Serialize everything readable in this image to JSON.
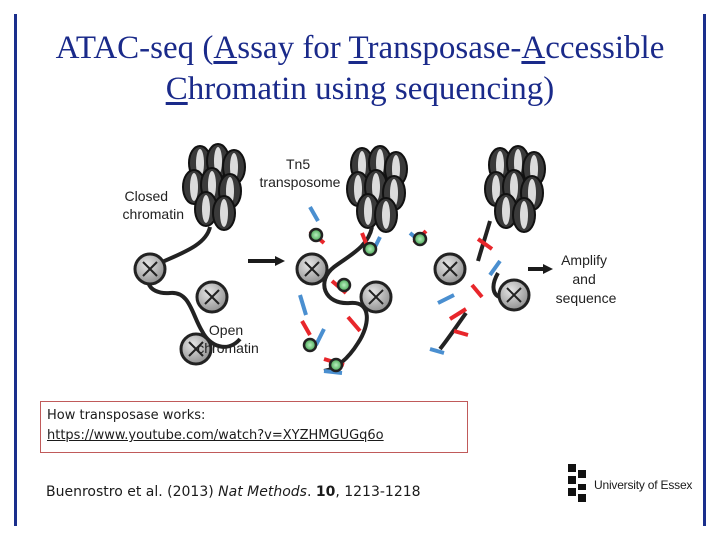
{
  "title": {
    "line1": [
      {
        "text": "ATAC-seq (",
        "u": false
      },
      {
        "text": "A",
        "u": true
      },
      {
        "text": "ssay for ",
        "u": false
      },
      {
        "text": "T",
        "u": true
      },
      {
        "text": "ransposase-",
        "u": false
      },
      {
        "text": "A",
        "u": true
      },
      {
        "text": "ccessible",
        "u": false
      }
    ],
    "line2": [
      {
        "text": "C",
        "u": true
      },
      {
        "text": "hromatin using sequencing)",
        "u": false
      }
    ]
  },
  "diagram": {
    "label_closed_1": "Closed",
    "label_closed_2": "chromatin",
    "label_tn5_1": "Tn5",
    "label_tn5_2": "transposome",
    "label_open_1": "Open",
    "label_open_2": "chromatin",
    "label_amp_1": "Amplify",
    "label_amp_2": "and",
    "label_amp_3": "sequence"
  },
  "note": {
    "heading": "How transposase works:",
    "link": "https://www.youtube.com/watch?v=XYZHMGUGq6o"
  },
  "citation": {
    "authors": "Buenrostro et al. (2013) ",
    "journal": "Nat Methods",
    "sep": ". ",
    "volume": "10",
    "pages": ", 1213-1218"
  },
  "logo": {
    "text": "University of Essex"
  },
  "colors": {
    "title": "#1a2a8a",
    "frame": "#1a2f8c",
    "note_border": "#c05a5a",
    "adapter_red": "#e8262b",
    "adapter_blue": "#4a8fd0",
    "tn5_green": "#3aa84a"
  }
}
